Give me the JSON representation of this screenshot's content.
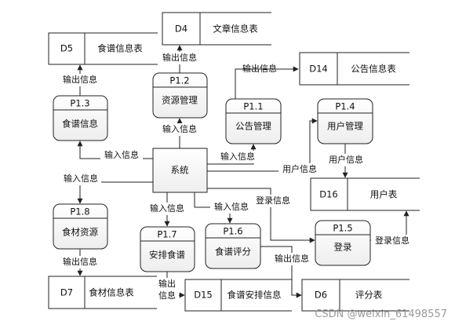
{
  "processes": {
    "p12": {
      "id": "P1.2",
      "name": "资源管理"
    },
    "p13": {
      "id": "P1.3",
      "name": "食谱信息"
    },
    "p11": {
      "id": "P1.1",
      "name": "公告管理"
    },
    "p14": {
      "id": "P1.4",
      "name": "用户管理"
    },
    "p18": {
      "id": "P1.8",
      "name": "食材资源"
    },
    "p17": {
      "id": "P1.7",
      "name": "安排食谱"
    },
    "p16": {
      "id": "P1.6",
      "name": "食谱评分"
    },
    "p15": {
      "id": "P1.5",
      "name": "登录"
    }
  },
  "system": "系统",
  "stores": {
    "d4": {
      "id": "D4",
      "name": "文章信息表"
    },
    "d5": {
      "id": "D5",
      "name": "食谱信息表"
    },
    "d14": {
      "id": "D14",
      "name": "公告信息表"
    },
    "d16": {
      "id": "D16",
      "name": "用户表"
    },
    "d7": {
      "id": "D7",
      "name": "食材信息表"
    },
    "d15": {
      "id": "D15",
      "name": "食谱安排信息"
    },
    "d6": {
      "id": "D6",
      "name": "评分表"
    }
  },
  "flows": {
    "out_d4": "输出信息",
    "out_d5": "输出信息",
    "out_d14": "输出信息",
    "in_p12": "输入信息",
    "in_p13": "输入信息",
    "in_p11": "输入信息",
    "user_info_sys": "用户信息",
    "user_info_d16": "用户信息",
    "in_p18": "输入信息",
    "in_p17": "输入信息",
    "in_p16": "输入信息",
    "login_info_sys": "登录信息",
    "login_info_d16": "登录信息",
    "out_d7": "输出信息",
    "out_d15_1": "输出",
    "out_d15_2": "信息",
    "out_d6": "输出信息"
  },
  "watermark": "CSDN @weixin_61498557"
}
